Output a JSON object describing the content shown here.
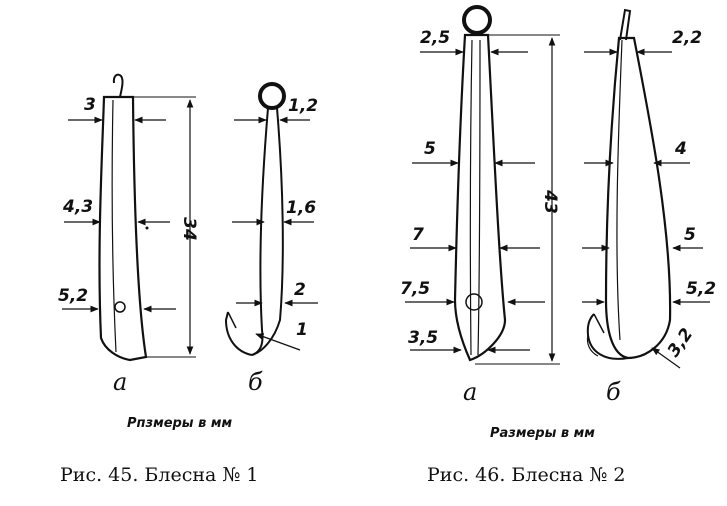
{
  "figure1": {
    "caption": "Рис. 45. Блесна № 1",
    "units": "Рпзмеры в мм",
    "view_a": "а",
    "view_b": "б",
    "dims_a": [
      "3",
      "4,3",
      "5,2"
    ],
    "length": "34",
    "dims_b": [
      "1,2",
      "1,6",
      "2",
      "1"
    ]
  },
  "figure2": {
    "caption": "Рис. 46. Блесна № 2",
    "units": "Размеры в мм",
    "view_a": "а",
    "view_b": "б",
    "dims_a": [
      "2,5",
      "5",
      "7",
      "7,5",
      "3,5"
    ],
    "length": "43",
    "dims_b": [
      "2,2",
      "4",
      "5",
      "5,2",
      "3,2"
    ]
  }
}
